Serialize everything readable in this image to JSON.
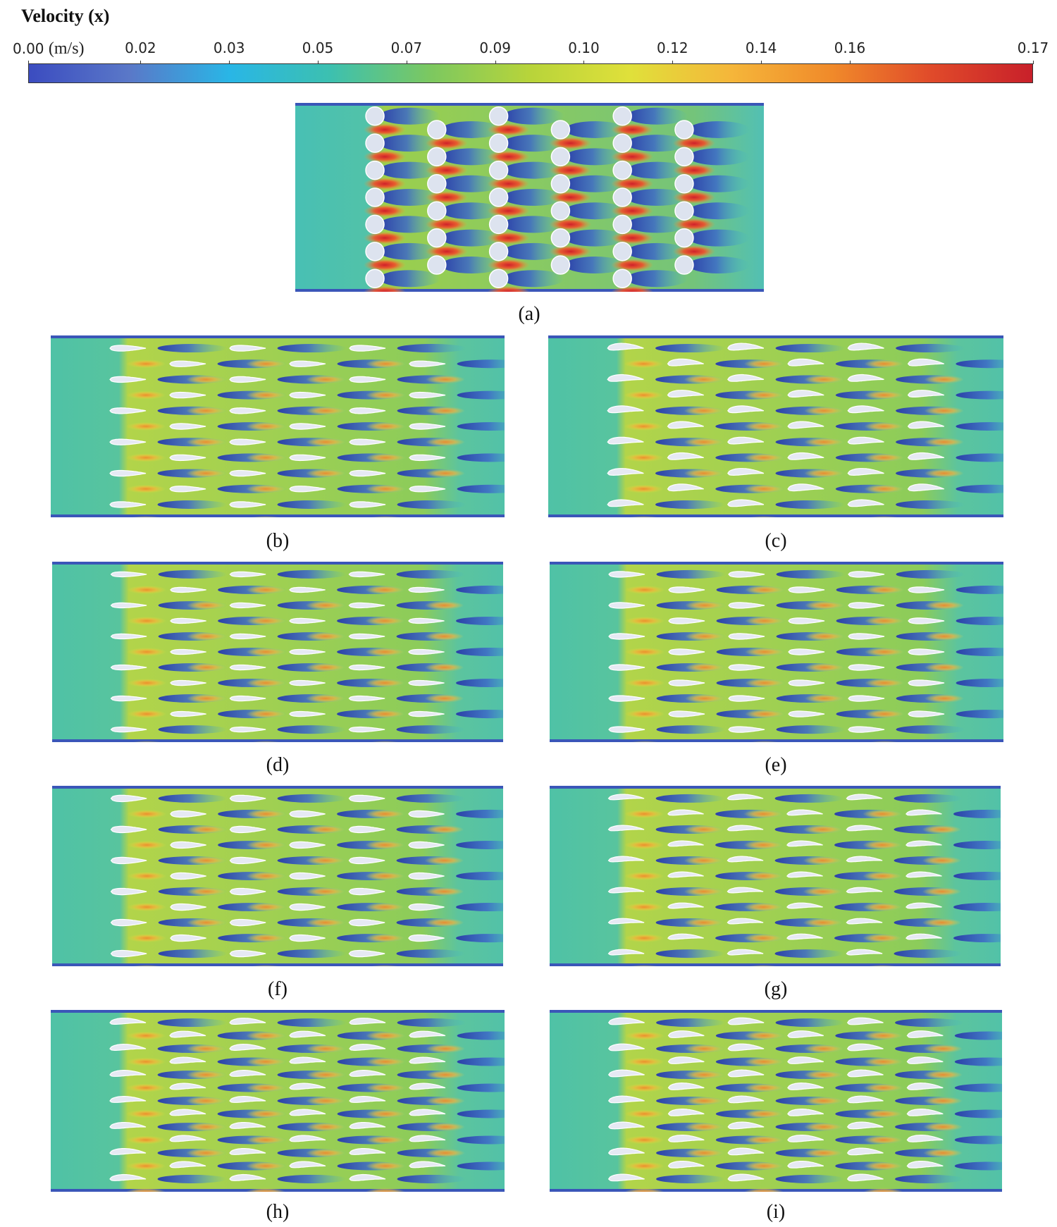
{
  "figure": {
    "title": "Velocity (x)",
    "unit": "(m/s)",
    "colorbar": {
      "min": 0.0,
      "max": 0.17,
      "ticks": [
        "0.00",
        "0.02",
        "0.03",
        "0.05",
        "0.07",
        "0.09",
        "0.10",
        "0.12",
        "0.14",
        "0.16",
        "0.17"
      ],
      "tick_values": [
        0.0,
        0.019,
        0.034,
        0.049,
        0.064,
        0.079,
        0.094,
        0.109,
        0.124,
        0.139,
        0.17
      ],
      "colors": [
        "#3b4cc0",
        "#5a78c8",
        "#29b6e6",
        "#3cc0b0",
        "#7cc860",
        "#b8d43a",
        "#e0e03a",
        "#f5b63a",
        "#f08a2a",
        "#e04a2a",
        "#c8202a"
      ]
    },
    "panels": [
      {
        "label": "(a)",
        "shape": "cylinder",
        "columns": 6,
        "rows_odd": 7,
        "rows_even": 6
      },
      {
        "label": "(b)",
        "shape": "airfoil",
        "columns": 6,
        "rows_odd": 6,
        "rows_even": 5
      },
      {
        "label": "(c)",
        "shape": "airfoil-cambered",
        "columns": 6,
        "rows_odd": 6,
        "rows_even": 5
      },
      {
        "label": "(d)",
        "shape": "airfoil",
        "columns": 6,
        "rows_odd": 6,
        "rows_even": 5
      },
      {
        "label": "(e)",
        "shape": "airfoil",
        "columns": 6,
        "rows_odd": 6,
        "rows_even": 5
      },
      {
        "label": "(f)",
        "shape": "airfoil",
        "columns": 6,
        "rows_odd": 6,
        "rows_even": 5
      },
      {
        "label": "(g)",
        "shape": "airfoil-cambered",
        "columns": 6,
        "rows_odd": 6,
        "rows_even": 5
      },
      {
        "label": "(h)",
        "shape": "airfoil-cambered",
        "columns": 6,
        "rows_odd": 7,
        "rows_even": 6
      },
      {
        "label": "(i)",
        "shape": "airfoil-cambered",
        "columns": 6,
        "rows_odd": 7,
        "rows_even": 6
      }
    ]
  }
}
